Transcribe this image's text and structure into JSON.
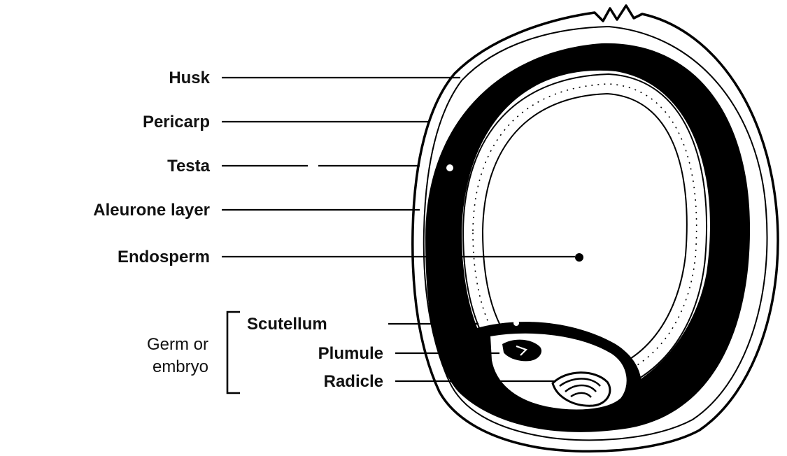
{
  "labels": {
    "husk": "Husk",
    "pericarp": "Pericarp",
    "testa": "Testa",
    "aleurone": "Aleurone layer",
    "endosperm": "Endosperm",
    "scutellum": "Scutellum",
    "plumule": "Plumule",
    "radicle": "Radicle"
  },
  "group": {
    "line1": "Germ or",
    "line2": "embryo"
  },
  "colors": {
    "ink": "#000000",
    "paper": "#ffffff"
  }
}
